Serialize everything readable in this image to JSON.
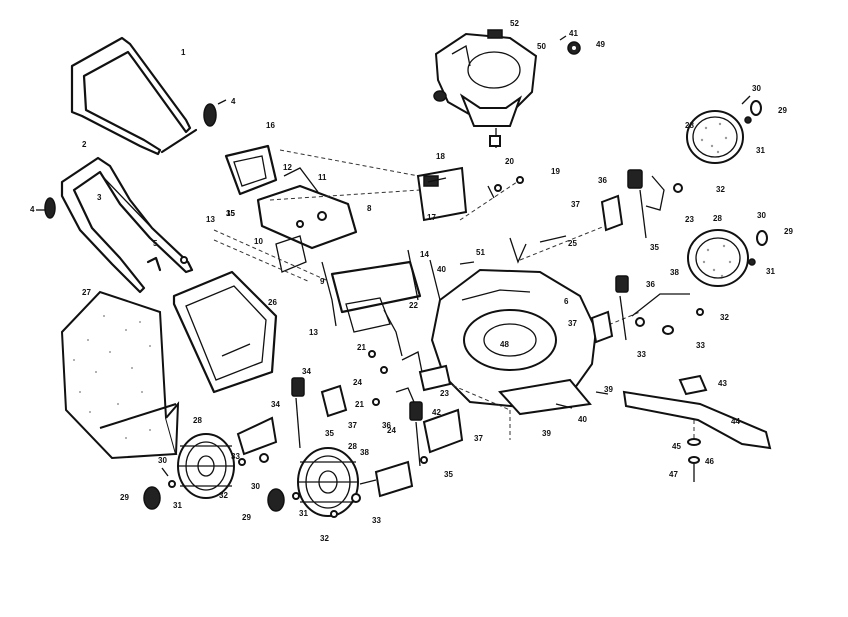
{
  "callouts": [
    {
      "id": "c-1",
      "text": "1"
    },
    {
      "id": "c-2",
      "text": "2"
    },
    {
      "id": "c-3",
      "text": "3"
    },
    {
      "id": "c-4a",
      "text": "4"
    },
    {
      "id": "c-4b",
      "text": "4"
    },
    {
      "id": "c-5",
      "text": "5"
    },
    {
      "id": "c-6",
      "text": "6"
    },
    {
      "id": "c-8",
      "text": "8"
    },
    {
      "id": "c-9",
      "text": "9"
    },
    {
      "id": "c-10",
      "text": "10"
    },
    {
      "id": "c-11",
      "text": "11"
    },
    {
      "id": "c-12",
      "text": "12"
    },
    {
      "id": "c-13a",
      "text": "13"
    },
    {
      "id": "c-13b",
      "text": "13"
    },
    {
      "id": "c-14",
      "text": "14"
    },
    {
      "id": "c-15",
      "text": "15"
    },
    {
      "id": "c-16",
      "text": "16"
    },
    {
      "id": "c-17",
      "text": "17"
    },
    {
      "id": "c-18",
      "text": "18"
    },
    {
      "id": "c-19",
      "text": "19"
    },
    {
      "id": "c-20",
      "text": "20"
    },
    {
      "id": "c-21a",
      "text": "21"
    },
    {
      "id": "c-21b",
      "text": "21"
    },
    {
      "id": "c-22",
      "text": "22"
    },
    {
      "id": "c-23a",
      "text": "23"
    },
    {
      "id": "c-23b",
      "text": "23"
    },
    {
      "id": "c-24a",
      "text": "24"
    },
    {
      "id": "c-24b",
      "text": "24"
    },
    {
      "id": "c-25",
      "text": "25"
    },
    {
      "id": "c-26",
      "text": "26"
    },
    {
      "id": "c-27",
      "text": "27"
    },
    {
      "id": "c-28a",
      "text": "28"
    },
    {
      "id": "c-28b",
      "text": "28"
    },
    {
      "id": "c-28c",
      "text": "28"
    },
    {
      "id": "c-28d",
      "text": "28"
    },
    {
      "id": "c-29a",
      "text": "29"
    },
    {
      "id": "c-29b",
      "text": "29"
    },
    {
      "id": "c-29c",
      "text": "29"
    },
    {
      "id": "c-29d",
      "text": "29"
    },
    {
      "id": "c-30a",
      "text": "30"
    },
    {
      "id": "c-30b",
      "text": "30"
    },
    {
      "id": "c-30c",
      "text": "30"
    },
    {
      "id": "c-30d",
      "text": "30"
    },
    {
      "id": "c-31a",
      "text": "31"
    },
    {
      "id": "c-31b",
      "text": "31"
    },
    {
      "id": "c-31c",
      "text": "31"
    },
    {
      "id": "c-31d",
      "text": "31"
    },
    {
      "id": "c-32a",
      "text": "32"
    },
    {
      "id": "c-32b",
      "text": "32"
    },
    {
      "id": "c-32c",
      "text": "32"
    },
    {
      "id": "c-32d",
      "text": "32"
    },
    {
      "id": "c-33a",
      "text": "33"
    },
    {
      "id": "c-33b",
      "text": "33"
    },
    {
      "id": "c-33c",
      "text": "33"
    },
    {
      "id": "c-33d",
      "text": "33"
    },
    {
      "id": "c-34a",
      "text": "34"
    },
    {
      "id": "c-34b",
      "text": "34"
    },
    {
      "id": "c-35a",
      "text": "35"
    },
    {
      "id": "c-35b",
      "text": "35"
    },
    {
      "id": "c-35c",
      "text": "35"
    },
    {
      "id": "c-35d",
      "text": "35"
    },
    {
      "id": "c-36a",
      "text": "36"
    },
    {
      "id": "c-36b",
      "text": "36"
    },
    {
      "id": "c-36c",
      "text": "36"
    },
    {
      "id": "c-37a",
      "text": "37"
    },
    {
      "id": "c-37b",
      "text": "37"
    },
    {
      "id": "c-37c",
      "text": "37"
    },
    {
      "id": "c-37d",
      "text": "37"
    },
    {
      "id": "c-38a",
      "text": "38"
    },
    {
      "id": "c-38b",
      "text": "38"
    },
    {
      "id": "c-39a",
      "text": "39"
    },
    {
      "id": "c-39b",
      "text": "39"
    },
    {
      "id": "c-40a",
      "text": "40"
    },
    {
      "id": "c-40b",
      "text": "40"
    },
    {
      "id": "c-41",
      "text": "41"
    },
    {
      "id": "c-42",
      "text": "42"
    },
    {
      "id": "c-43",
      "text": "43"
    },
    {
      "id": "c-44",
      "text": "44"
    },
    {
      "id": "c-45",
      "text": "45"
    },
    {
      "id": "c-46",
      "text": "46"
    },
    {
      "id": "c-47",
      "text": "47"
    },
    {
      "id": "c-48",
      "text": "48"
    },
    {
      "id": "c-49",
      "text": "49"
    },
    {
      "id": "c-50",
      "text": "50"
    },
    {
      "id": "c-51",
      "text": "51"
    },
    {
      "id": "c-52",
      "text": "52"
    }
  ]
}
